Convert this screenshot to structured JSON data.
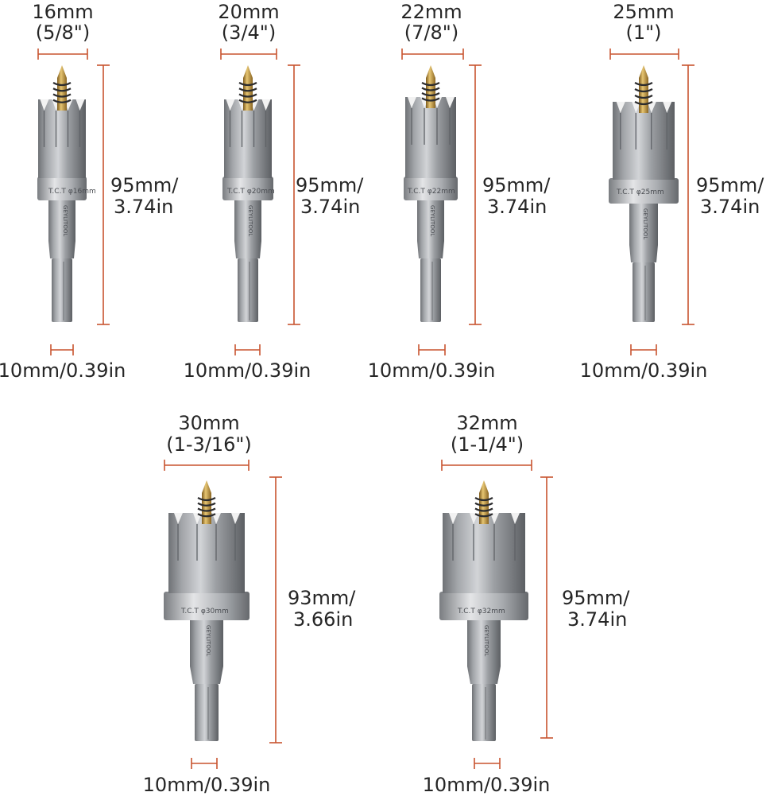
{
  "colors": {
    "dimension_line": "#c8542f",
    "text": "#262626",
    "steel_light": "#b4b6b9",
    "steel_mid": "#8c8f93",
    "steel_dark": "#5e6166",
    "gold": "#c9a24a"
  },
  "cutters": [
    {
      "diameter_mm": "16mm",
      "diameter_in": "(5/8\")",
      "length_label_1": "95mm/",
      "length_label_2": "3.74in",
      "shank_label": "10mm/0.39in",
      "engraving_1": "T.C.T",
      "engraving_2": "φ16mm",
      "brand": "GEYLITOOL"
    },
    {
      "diameter_mm": "20mm",
      "diameter_in": "(3/4\")",
      "length_label_1": "95mm/",
      "length_label_2": "3.74in",
      "shank_label": "10mm/0.39in",
      "engraving_1": "T.C.T",
      "engraving_2": "φ20mm",
      "brand": "GEYLITOOL"
    },
    {
      "diameter_mm": "22mm",
      "diameter_in": "(7/8\")",
      "length_label_1": "95mm/",
      "length_label_2": "3.74in",
      "shank_label": "10mm/0.39in",
      "engraving_1": "T.C.T",
      "engraving_2": "φ22mm",
      "brand": "GEYLITOOL"
    },
    {
      "diameter_mm": "25mm",
      "diameter_in": "(1\")",
      "length_label_1": "95mm/",
      "length_label_2": "3.74in",
      "shank_label": "10mm/0.39in",
      "engraving_1": "T.C.T",
      "engraving_2": "φ25mm",
      "brand": "GEYLITOOL"
    },
    {
      "diameter_mm": "30mm",
      "diameter_in": "(1-3/16\")",
      "length_label_1": "93mm/",
      "length_label_2": "3.66in",
      "shank_label": "10mm/0.39in",
      "engraving_1": "T.C.T",
      "engraving_2": "φ30mm",
      "brand": "GEYLITOOL"
    },
    {
      "diameter_mm": "32mm",
      "diameter_in": "(1-1/4\")",
      "length_label_1": "95mm/",
      "length_label_2": "3.74in",
      "shank_label": "10mm/0.39in",
      "engraving_1": "T.C.T",
      "engraving_2": "φ32mm",
      "brand": "GEYLITOOL"
    }
  ]
}
